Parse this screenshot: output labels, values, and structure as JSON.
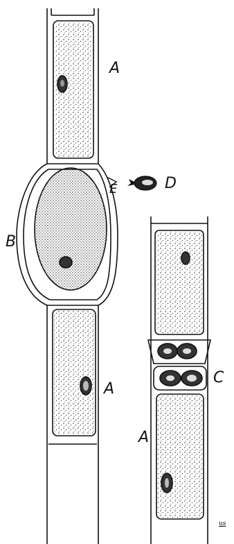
{
  "labels": {
    "a_top": "A",
    "b": "B",
    "d": "D",
    "e": "E",
    "a_middle": "A",
    "c": "C",
    "a_bottom": "A"
  },
  "artist_mark": "us",
  "colors": {
    "ink": "#111111",
    "paper": "#ffffff"
  }
}
